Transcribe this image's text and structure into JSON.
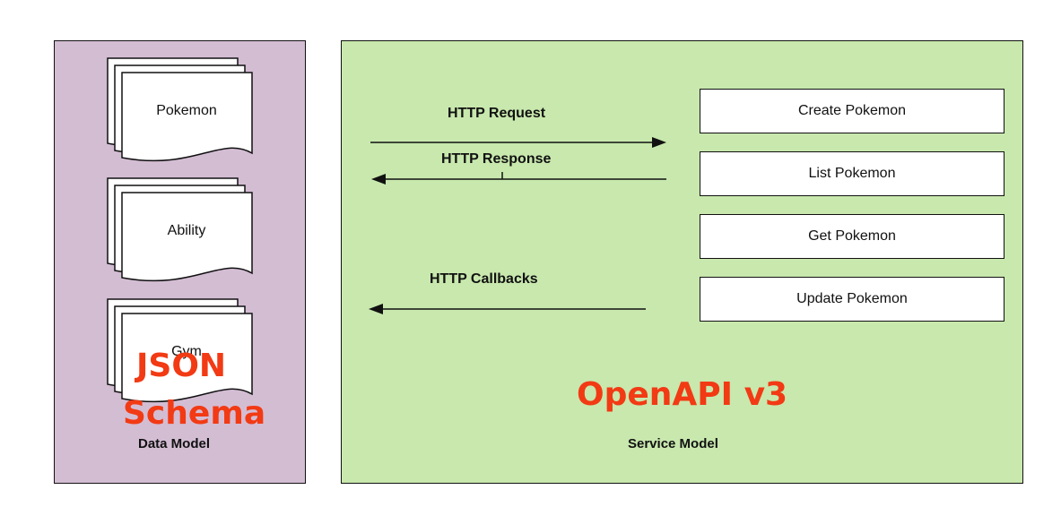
{
  "data_model": {
    "documents": [
      "Pokemon",
      "Ability",
      "Gym"
    ],
    "overlay_line1": "JSON",
    "overlay_line2": "Schema",
    "caption": "Data Model"
  },
  "service_model": {
    "operations": [
      "Create Pokemon",
      "List Pokemon",
      "Get Pokemon",
      "Update Pokemon"
    ],
    "arrows": {
      "request": "HTTP Request",
      "response": "HTTP Response",
      "callbacks": "HTTP Callbacks"
    },
    "overlay": "OpenAPI v3",
    "caption": "Service Model"
  },
  "colors": {
    "data_panel_bg": "#d3bdd3",
    "service_panel_bg": "#c8e8ad",
    "accent_red": "#f23a14"
  }
}
